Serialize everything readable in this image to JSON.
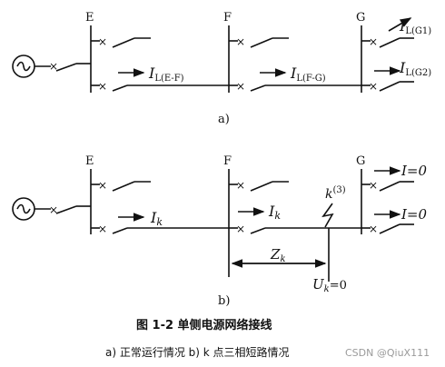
{
  "diagram_a": {
    "bus_E": "E",
    "bus_F": "F",
    "bus_G": "G",
    "current_EF": "I",
    "current_EF_sub": "L(E-F)",
    "current_FG": "I",
    "current_FG_sub": "L(F-G)",
    "load_G1": "I",
    "load_G1_sub": "L(G1)",
    "load_G2": "I",
    "load_G2_sub": "L(G2)",
    "sublabel": "a)"
  },
  "diagram_b": {
    "bus_E": "E",
    "bus_F": "F",
    "bus_G": "G",
    "current_E": "I",
    "current_E_sub": "k",
    "current_F": "I",
    "current_F_sub": "k",
    "fault_point": "k",
    "fault_sup": "(3)",
    "impedance": "Z",
    "impedance_sub": "k",
    "voltage": "U",
    "voltage_sub": "k",
    "voltage_eq": "=0",
    "load_top": "I=0",
    "load_bottom": "I=0",
    "sublabel": "b)"
  },
  "caption": {
    "title": "图 1-2   单侧电源网络接线",
    "subtitle": "a) 正常运行情况   b) k 点三相短路情况"
  },
  "watermark": "CSDN @QiuX111"
}
